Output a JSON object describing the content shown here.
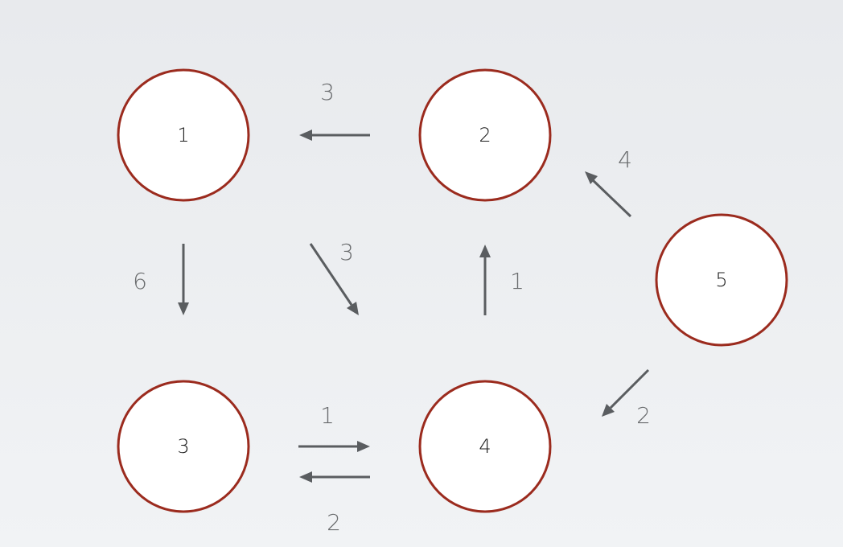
{
  "graph": {
    "nodes": [
      {
        "id": "n1",
        "label": "1"
      },
      {
        "id": "n2",
        "label": "2"
      },
      {
        "id": "n3",
        "label": "3"
      },
      {
        "id": "n4",
        "label": "4"
      },
      {
        "id": "n5",
        "label": "5"
      }
    ],
    "edges": [
      {
        "id": "e2-1",
        "from": "2",
        "to": "1",
        "weight": "3"
      },
      {
        "id": "e1-3",
        "from": "1",
        "to": "3",
        "weight": "6"
      },
      {
        "id": "e1-4",
        "from": "1",
        "to": "4",
        "weight": "3"
      },
      {
        "id": "e4-2",
        "from": "4",
        "to": "2",
        "weight": "1"
      },
      {
        "id": "e5-2",
        "from": "5",
        "to": "2",
        "weight": "4"
      },
      {
        "id": "e5-4",
        "from": "5",
        "to": "4",
        "weight": "2"
      },
      {
        "id": "e3-4",
        "from": "3",
        "to": "4",
        "weight": "1"
      },
      {
        "id": "e4-3",
        "from": "4",
        "to": "3",
        "weight": "2"
      }
    ]
  },
  "colors": {
    "node_stroke": "#9b2b1e",
    "node_fill": "#ffffff",
    "edge": "#5a5d60",
    "weight_text": "#6a6c6e"
  }
}
